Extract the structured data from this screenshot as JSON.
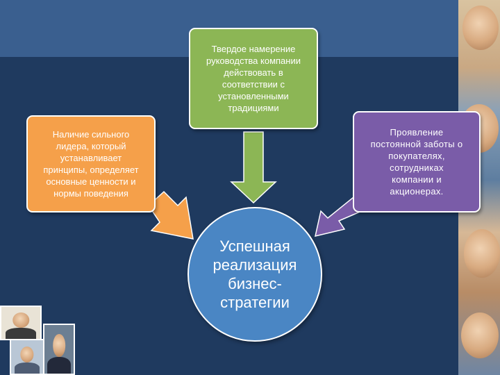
{
  "boxes": {
    "top": "Твердое намерение\nруководства компании\nдействовать в\nсоответствии с\nустановленными\nтрадициями",
    "left": "Наличие сильного\nлидера, который\nустанавливает\nпринципы, определяет\nосновные ценности и\nнормы поведения",
    "right": "Проявление\nпостоянной заботы о\nпокупателях,\nсотрудниках\nкомпании и\nакционерах."
  },
  "center": "Успешная\nреализация\nбизнес-\nстратегии",
  "colors": {
    "top_box": "#8cb655",
    "left_box": "#f5a04a",
    "right_box": "#7a5ca8",
    "center_circle": "#4a86c4",
    "background": "#1f3a5f"
  }
}
